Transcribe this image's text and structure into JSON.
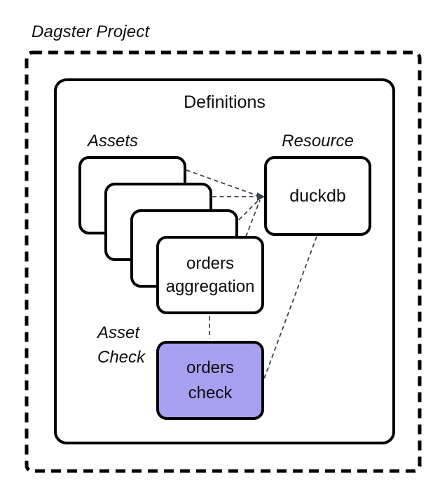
{
  "title": "Dagster Project",
  "definitions": {
    "label": "Definitions"
  },
  "assets": {
    "label": "Assets",
    "front_card": {
      "line1": "orders",
      "line2": "aggregation"
    },
    "stack_count": 4
  },
  "resource": {
    "label": "Resource",
    "node": {
      "label": "duckdb"
    }
  },
  "asset_check": {
    "label": {
      "line1": "Asset",
      "line2": "Check"
    },
    "node": {
      "line1": "orders",
      "line2": "check"
    }
  },
  "colors": {
    "border": "#000000",
    "connector": "#39414e",
    "check_fill": "#a7a0f1",
    "card_fill": "#ffffff"
  }
}
